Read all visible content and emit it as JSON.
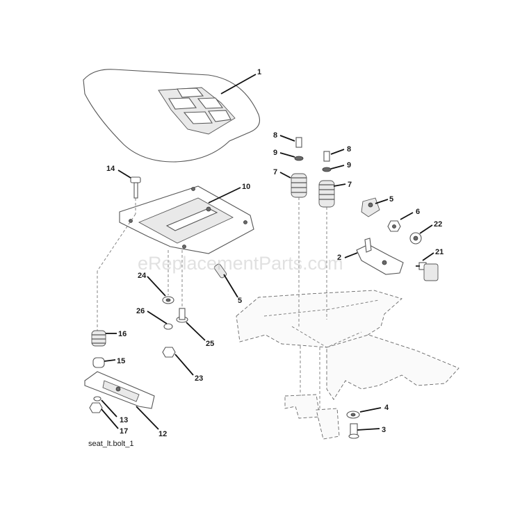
{
  "watermark": "eReplacementParts.com",
  "caption": "seat_lt.bolt_1",
  "callouts": [
    "1",
    "14",
    "10",
    "8",
    "9",
    "7",
    "8",
    "9",
    "7",
    "5",
    "6",
    "22",
    "2",
    "21",
    "24",
    "5",
    "26",
    "25",
    "16",
    "15",
    "23",
    "4",
    "3",
    "13",
    "17",
    "12"
  ]
}
